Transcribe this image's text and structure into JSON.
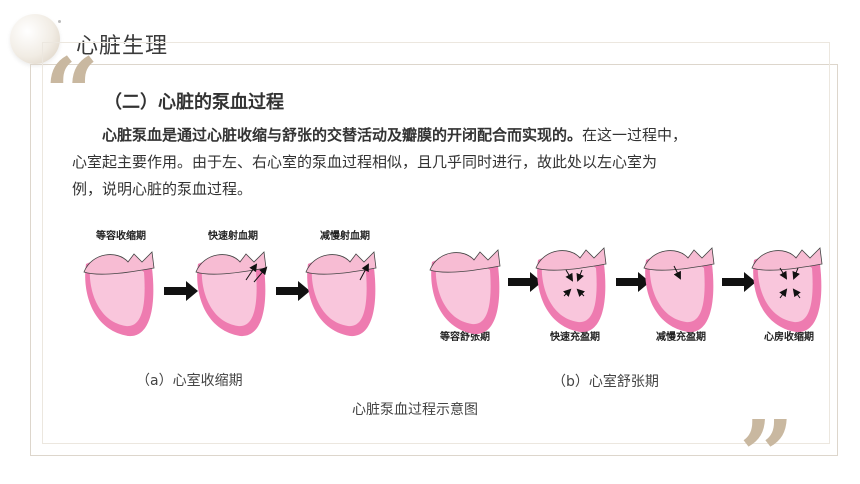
{
  "header": {
    "title": "心脏生理"
  },
  "section": {
    "title": "（二）心脏的泵血过程"
  },
  "paragraph": {
    "bold": "心脏泵血是通过心脏收缩与舒张的交替活动及瓣膜的开闭配合而实现的。",
    "line1_rest": "在这一过程中，",
    "line2": "心室起主要作用。由于左、右心室的泵血过程相似，且几乎同时进行，故此处以左心室为",
    "line3": "例，说明心脏的泵血过程。"
  },
  "figure": {
    "systole_stages": [
      "等容收缩期",
      "快速射血期",
      "减慢射血期"
    ],
    "diastole_stages": [
      "等容舒张期",
      "快速充盈期",
      "减慢充盈期",
      "心房收缩期"
    ],
    "caption_a": "（a）心室收缩期",
    "caption_b": "（b）心室舒张期",
    "title": "心脏泵血过程示意图"
  },
  "colors": {
    "heart_outer": "#ee7bb0",
    "heart_inner": "#f9c6dc",
    "accent": "#c9b8a0"
  }
}
